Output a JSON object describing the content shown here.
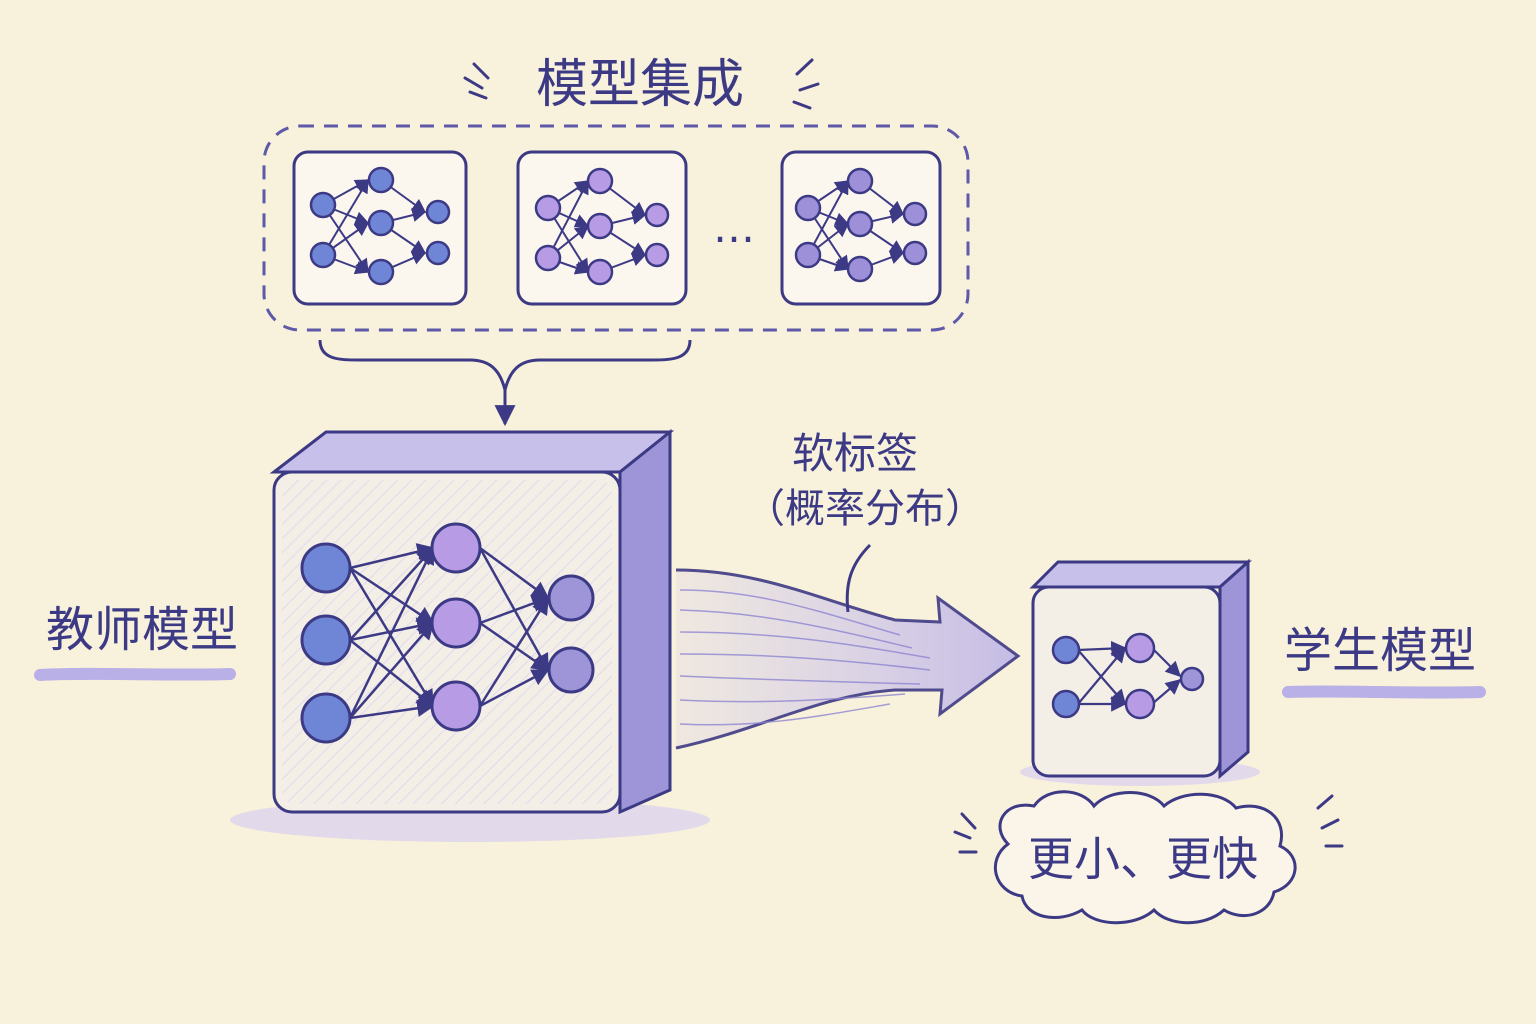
{
  "diagram": {
    "ensemble_title": "模型集成",
    "ellipsis": "…",
    "teacher_label": "教师模型",
    "student_label": "学生模型",
    "soft_label_line1": "软标签",
    "soft_label_line2": "（概率分布）",
    "student_caption": "更小、更快"
  },
  "colors": {
    "background": "#f8f1dc",
    "ink": "#3d3a85",
    "blue_node": "#6f86d6",
    "purple_node": "#b79be4",
    "violet_node": "#9d8fd8",
    "box_fill": "#f3eee6",
    "box_side": "#9d95d8",
    "box_top": "#c7c0ea",
    "arrow_fill": "#bdb3e8",
    "highlight": "#b8b0e6"
  }
}
